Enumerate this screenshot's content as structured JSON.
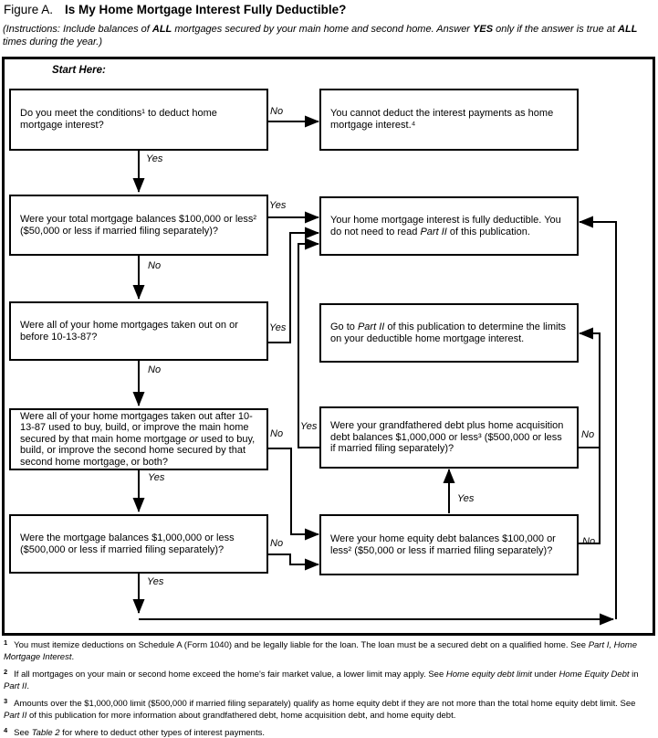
{
  "figure": {
    "label": "Figure A.",
    "title": "Is My Home Mortgage Interest Fully Deductible?"
  },
  "instructions": {
    "parts": [
      "(Instructions: Include balances of ",
      "ALL",
      " mortgages secured by your main home and second home. Answer ",
      "YES",
      " only if the answer is true at ",
      "ALL",
      " times during the year.)"
    ]
  },
  "start_here": "Start Here:",
  "boxes": {
    "meet_conditions": {
      "text": "Do you meet the conditions¹ to deduct home mortgage interest?"
    },
    "cannot_deduct": {
      "text": "You cannot deduct the interest payments as home mortgage interest.⁴"
    },
    "total_balances": {
      "text": "Were your total mortgage balances $100,000 or less² ($50,000 or less if married filing separately)?"
    },
    "fully_deductible": {
      "parts": [
        "Your home mortgage interest is fully deductible. You do not need to read ",
        "Part II",
        " of this publication."
      ]
    },
    "before_101387": {
      "text": "Were all of your home mortgages taken out on or before 10-13-87?"
    },
    "go_to_part2": {
      "parts": [
        "Go to ",
        "Part II",
        " of this publication to determine the limits on your deductible home mortgage interest."
      ]
    },
    "after_101387": {
      "parts": [
        "Were all of your home mortgages taken out after 10-13-87 used to buy, build, or improve the main home secured by that main home mortgage ",
        "or",
        " used to buy, build, or improve the second home secured by that second home mortgage, or both?"
      ]
    },
    "grandfathered": {
      "text": "Were your grandfathered debt plus home acquisition debt balances $1,000,000 or less³ ($500,000 or less if married filing separately)?"
    },
    "balances_1m": {
      "text": "Were the mortgage balances $1,000,000 or less ($500,000 or less if married filing separately)?"
    },
    "home_equity": {
      "text": "Were your home equity debt balances $100,000 or less² ($50,000 or less if married filing separately)?"
    }
  },
  "edges": {
    "l1_no": "No",
    "l1_yes": "Yes",
    "l2_yes": "Yes",
    "l2_no": "No",
    "l3_yes": "Yes",
    "l3_no": "No",
    "l4_no": "No",
    "l4_yes": "Yes",
    "r4_yes": "Yes",
    "r4_no": "No",
    "r5_yes": "Yes",
    "r5_no": "No",
    "l5_no": "No",
    "l5_yes": "Yes"
  },
  "footnotes": [
    {
      "marker": "1",
      "parts": [
        "You must itemize deductions on Schedule A (Form 1040) and be legally liable for the loan. The loan must be a secured debt on a qualified home. See ",
        "Part I, Home Mortgage Interest",
        "."
      ]
    },
    {
      "marker": "2",
      "parts": [
        "If all mortgages on your main or second home exceed the home's fair market value, a lower limit may apply. See ",
        "Home equity debt limit",
        " under ",
        "Home Equity Debt",
        " in ",
        "Part II",
        "."
      ]
    },
    {
      "marker": "3",
      "parts": [
        "Amounts over the $1,000,000 limit ($500,000 if married filing separately) qualify as home equity debt if they are not more than the total home equity debt limit. See ",
        "Part II",
        " of this publication for more information about grandfathered debt, home acquisition debt, and home equity debt."
      ]
    },
    {
      "marker": "4",
      "parts": [
        "See ",
        "Table 2",
        " for where to deduct other types of interest payments."
      ]
    }
  ]
}
